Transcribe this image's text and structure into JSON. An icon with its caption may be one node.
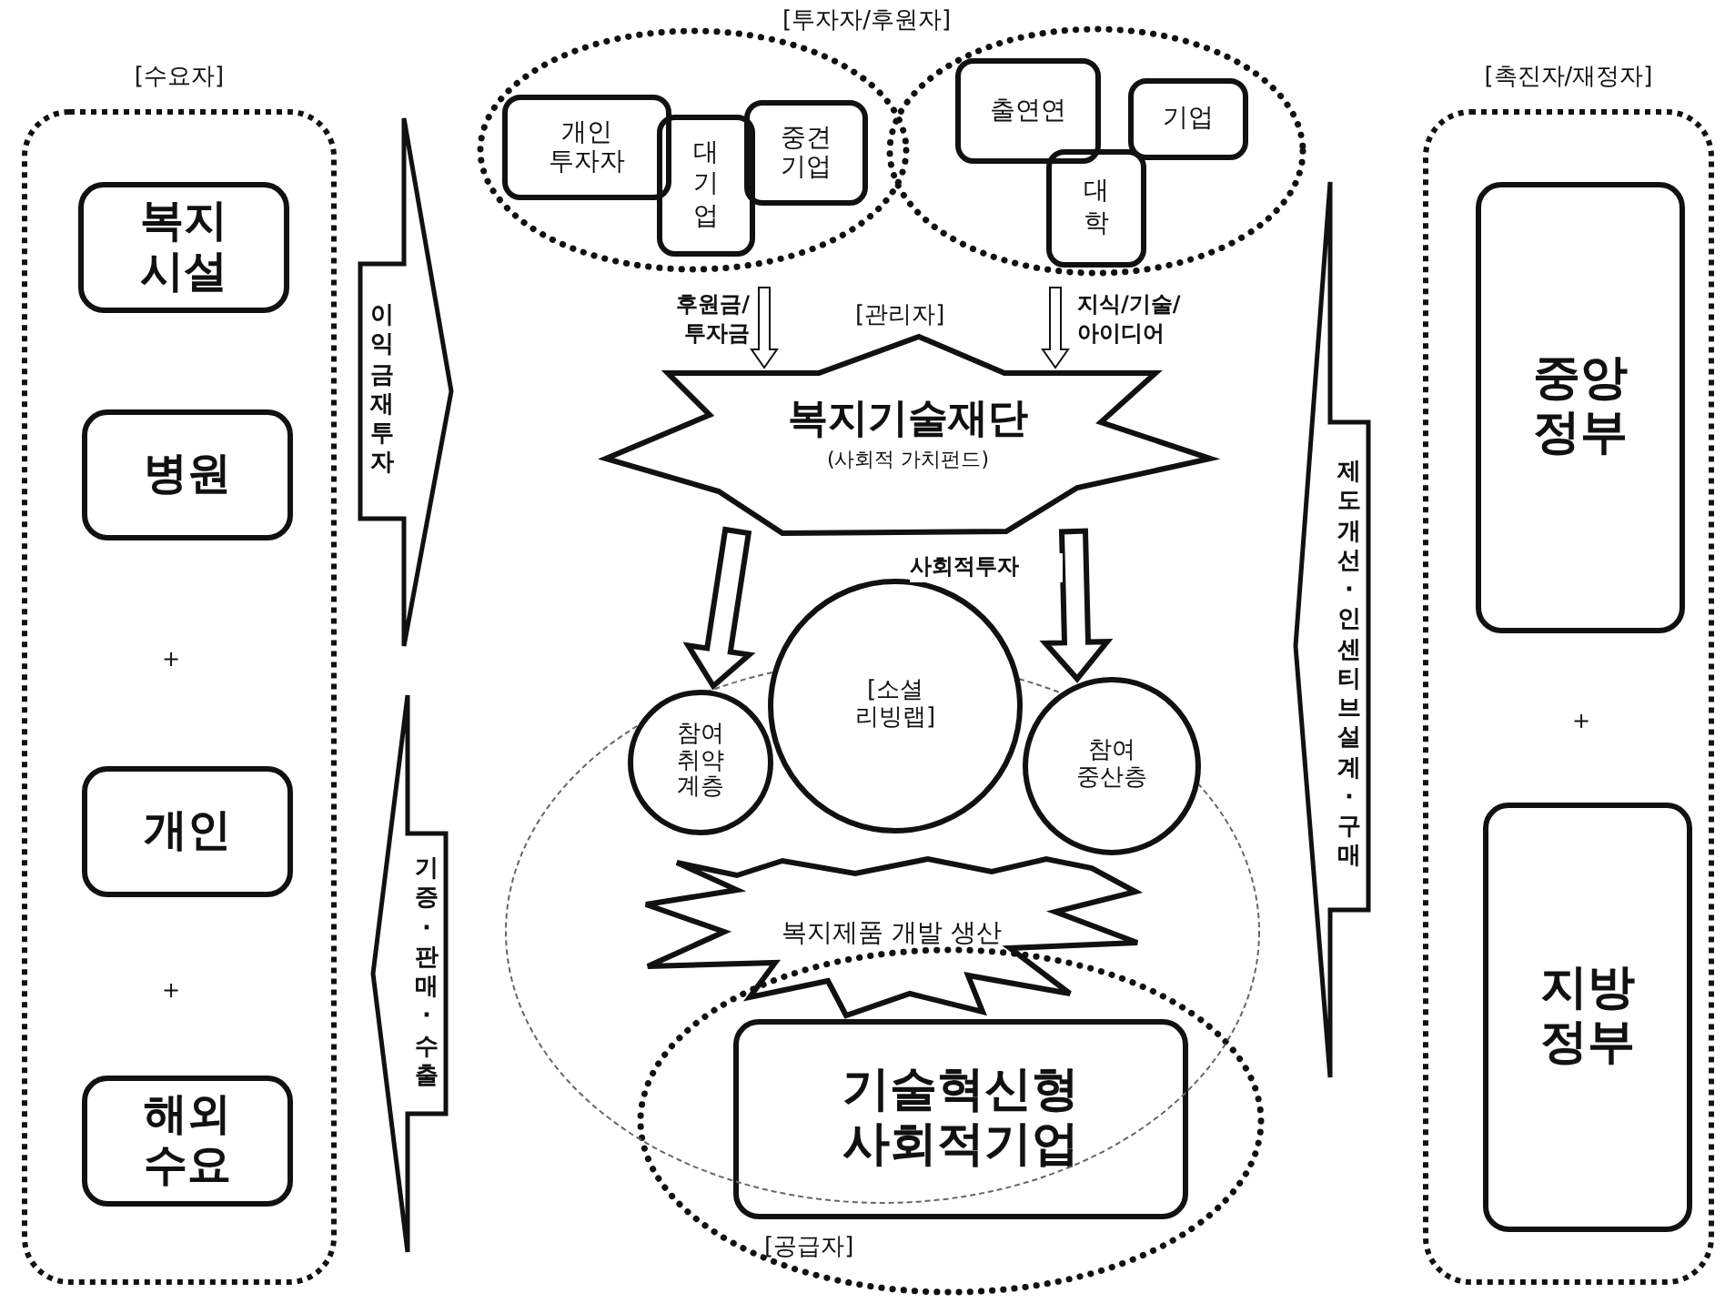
{
  "diagram": {
    "nodes": [
      {
        "text": [
          "[수요자]"
        ]
      },
      {
        "text": [
          "복지 시설"
        ],
        "in": 0
      },
      {
        "text": [
          "병원"
        ],
        "in": 0
      },
      {
        "text": [
          "개인"
        ],
        "in": 0
      },
      {
        "text": [
          "해외 수요"
        ],
        "in": 0
      },
      {
        "text": [],
        "shape": "ellipse"
      },
      {
        "text": [
          "개인 투자자"
        ],
        "in": 5
      },
      {
        "text": [
          "대기업"
        ],
        "in": 5
      },
      {
        "text": [
          "중견 기업"
        ],
        "in": 5
      },
      {
        "text": [],
        "shape": "ellipse"
      },
      {
        "text": [
          "출연연"
        ],
        "in": 9
      },
      {
        "text": [
          "기업"
        ],
        "in": 9
      },
      {
        "text": [
          "대학"
        ],
        "in": 9
      },
      {
        "text": [
          "복지기술재단",
          "(사회적 가치펀드)"
        ],
        "beside": [
          "[관리자]"
        ]
      },
      {
        "text": [],
        "shape": "ellipse"
      },
      {
        "text": [
          "[소셜 리빙랩]"
        ]
      },
      {
        "text": [
          "참여 취약 계층"
        ],
        "in": 14
      },
      {
        "text": [
          "참여 중산층"
        ],
        "in": 14
      },
      {
        "text": [
          "복지제품 개발 생산"
        ],
        "in": 14
      },
      {
        "text": [
          "[공급자]"
        ]
      },
      {
        "text": [
          "기술혁신형 사회적기업"
        ],
        "in": 19
      },
      {
        "text": [
          "[촉진자/재정자]"
        ]
      },
      {
        "text": [
          "중앙 정부"
        ],
        "in": 21
      },
      {
        "text": [
          "지방 정부"
        ],
        "in": 21
      }
    ],
    "edges": [
      {
        "from": 0,
        "to": 13,
        "arrow": "to",
        "label": "이익금재투자"
      },
      {
        "from": 20,
        "to": 0,
        "arrow": "to",
        "label": "기증·판매·수출"
      },
      {
        "from": 21,
        "to": 13,
        "arrow": "to",
        "label": "제도개선·인센티브설계·구매"
      },
      {
        "from": 5,
        "to": 13,
        "arrow": "to",
        "label": "후원금/투자금"
      },
      {
        "from": 9,
        "to": 13,
        "arrow": "to",
        "label": "지식/기술/아이디어"
      },
      {
        "from": 13,
        "to": 16,
        "arrow": "to",
        "style": "thick"
      },
      {
        "from": 13,
        "to": 17,
        "arrow": "to",
        "style": "thick",
        "label": "사회적투자"
      }
    ],
    "labels": [
      "[투자자/후원자]",
      "+",
      "+",
      "+"
    ]
  }
}
